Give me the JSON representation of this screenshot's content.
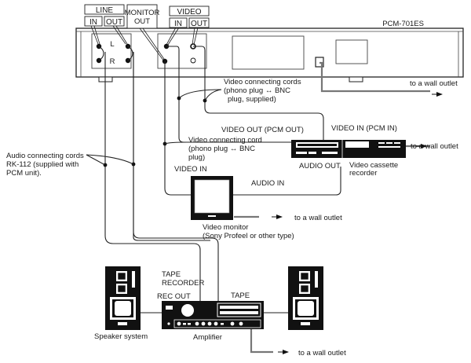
{
  "diagram": {
    "pcm_unit": {
      "model": "PCM-701ES",
      "line_group": "LINE",
      "line_in": "IN",
      "line_out": "OUT",
      "channel_l": "L",
      "channel_r": "R",
      "monitor_out": [
        "MONITOR",
        "OUT"
      ],
      "video_group": "VIDEO",
      "video_in": "IN",
      "video_out": "OUT"
    },
    "callouts": {
      "video_cords": [
        "Video connecting cords",
        "(phono plug ↔ BNC",
        "plug, supplied)"
      ],
      "video_cord_single": [
        "Video connecting cord",
        "(phono plug ↔ BNC",
        "plug)"
      ],
      "audio_cords": [
        "Audio connecting cords",
        "RK-112 (supplied with",
        "PCM unit)."
      ]
    },
    "vcr": {
      "video_out_label": "VIDEO OUT (PCM OUT)",
      "video_in_label": "VIDEO IN (PCM IN)",
      "audio_out_label": "AUDIO OUT",
      "caption": [
        "Video cassette",
        "recorder"
      ]
    },
    "monitor": {
      "video_in_label": "VIDEO IN",
      "audio_in_label": "AUDIO IN",
      "caption": [
        "Video monitor",
        "(Sony Profeel or other type)"
      ]
    },
    "amplifier": {
      "tape_recorder_label": [
        "TAPE",
        "RECORDER"
      ],
      "rec_out_label": "REC OUT",
      "tape_label": "TAPE",
      "caption": "Amplifier"
    },
    "speaker_caption": "Speaker system",
    "wall_outlet": "to a wall outlet"
  }
}
